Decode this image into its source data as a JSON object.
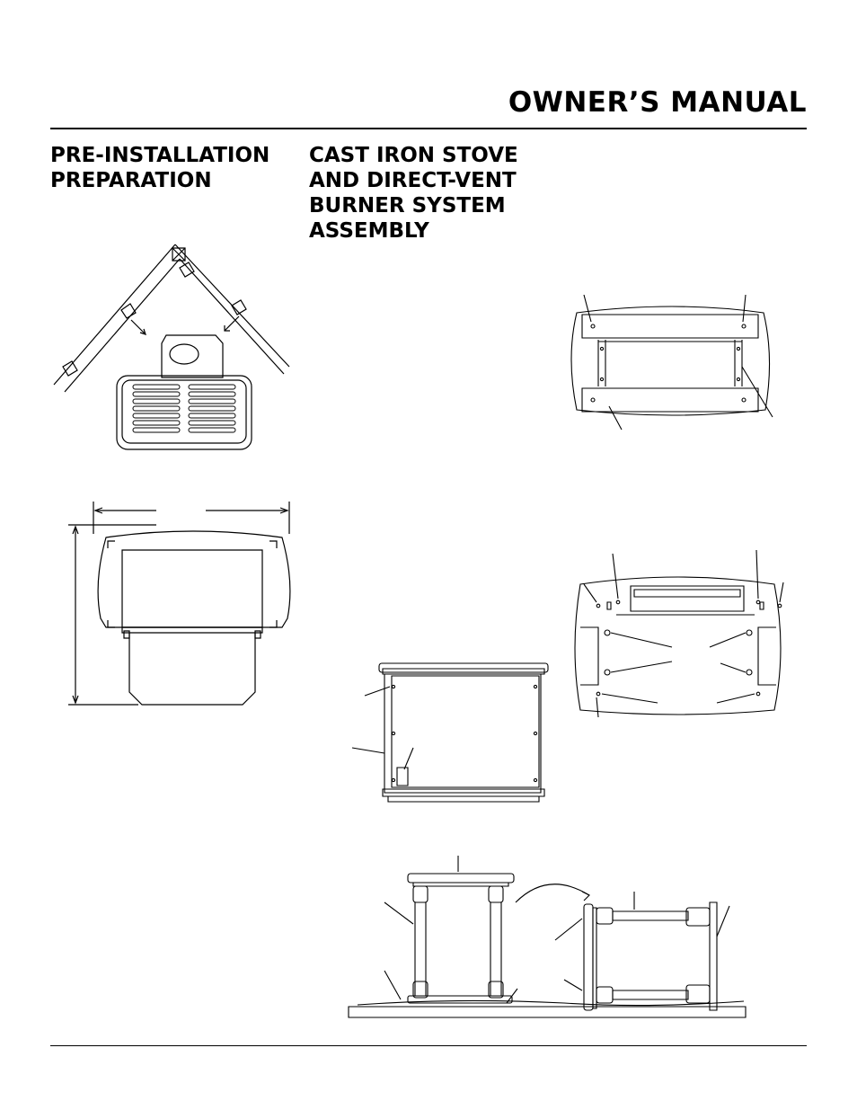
{
  "header": {
    "title": "OWNER’S MANUAL"
  },
  "sections": {
    "left_heading": "PRE-INSTALLATION\nPREPARATION",
    "right_heading": "CAST IRON STOVE\nAND DIRECT-VENT\nBURNER SYSTEM\nASSEMBLY"
  }
}
